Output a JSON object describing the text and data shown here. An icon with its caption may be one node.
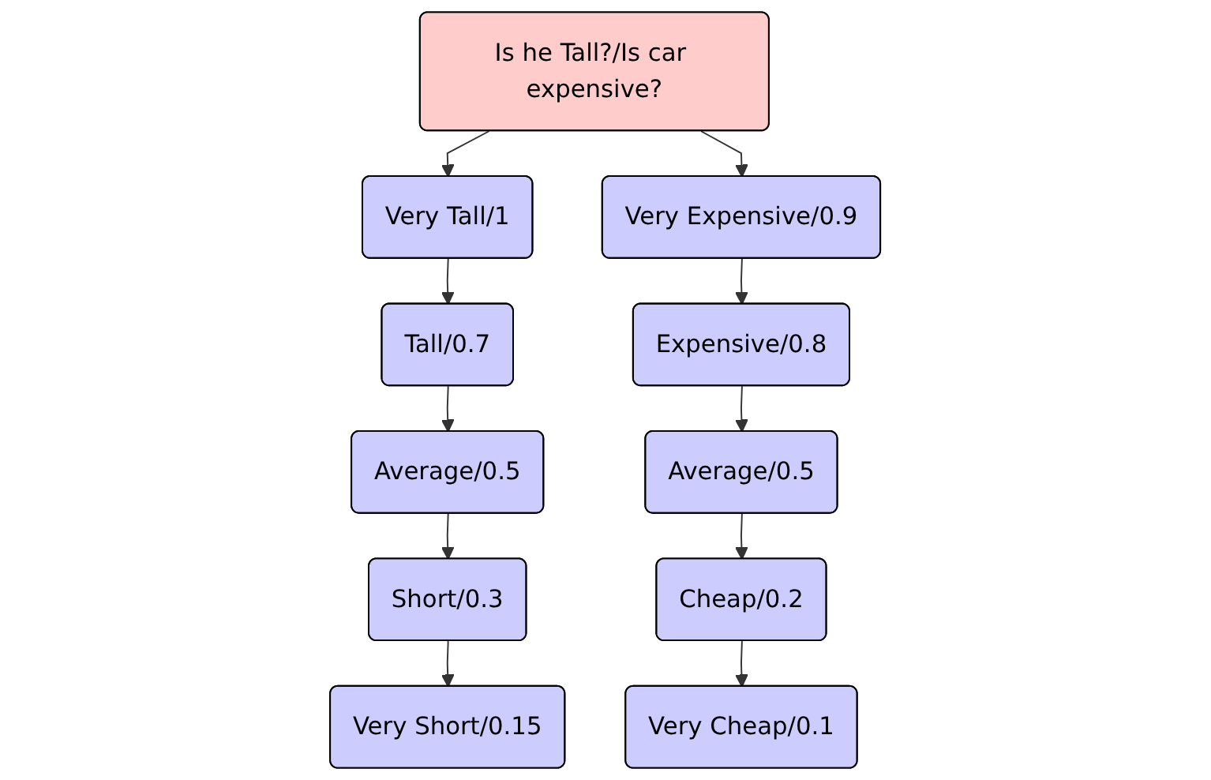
{
  "diagram": {
    "nodes": [
      {
        "text": [
          "Is he Tall?/Is car expensive?"
        ]
      },
      {
        "text": [
          "Very Tall/1"
        ]
      },
      {
        "text": [
          "Tall/0.7"
        ]
      },
      {
        "text": [
          "Average/0.5"
        ]
      },
      {
        "text": [
          "Short/0.3"
        ]
      },
      {
        "text": [
          "Very Short/0.15"
        ]
      },
      {
        "text": [
          "Very Expensive/0.9"
        ]
      },
      {
        "text": [
          "Expensive/0.8"
        ]
      },
      {
        "text": [
          "Average/0.5"
        ]
      },
      {
        "text": [
          "Cheap/0.2"
        ]
      },
      {
        "text": [
          "Very Cheap/0.1"
        ]
      }
    ],
    "edges": [
      {
        "from": 0,
        "to": 1,
        "arrow": "to"
      },
      {
        "from": 0,
        "to": 6,
        "arrow": "to"
      },
      {
        "from": 1,
        "to": 2,
        "arrow": "to"
      },
      {
        "from": 2,
        "to": 3,
        "arrow": "to"
      },
      {
        "from": 3,
        "to": 4,
        "arrow": "to"
      },
      {
        "from": 4,
        "to": 5,
        "arrow": "to"
      },
      {
        "from": 6,
        "to": 7,
        "arrow": "to"
      },
      {
        "from": 7,
        "to": 8,
        "arrow": "to"
      },
      {
        "from": 8,
        "to": 9,
        "arrow": "to"
      },
      {
        "from": 9,
        "to": 10,
        "arrow": "to"
      }
    ]
  }
}
